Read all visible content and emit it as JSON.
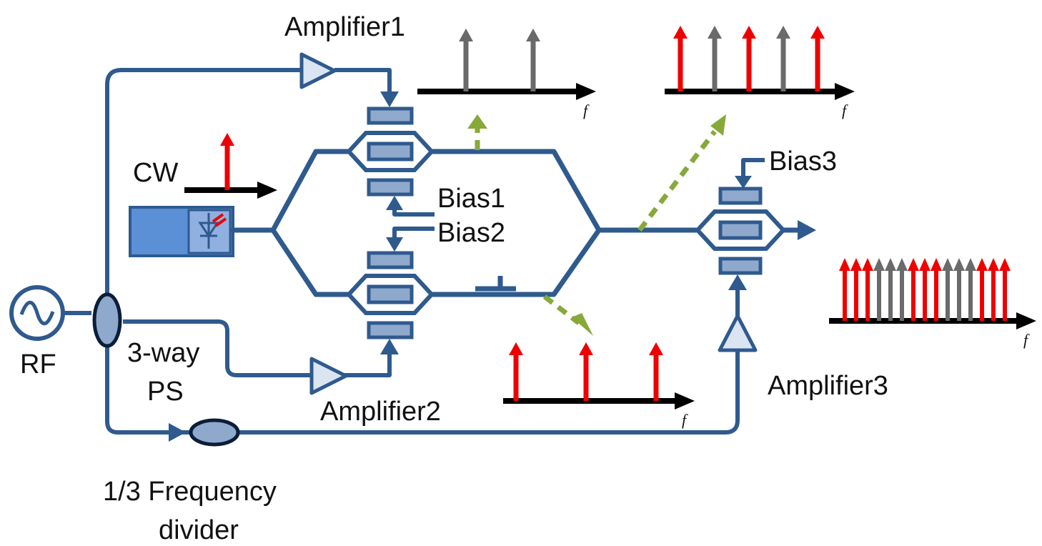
{
  "labels": {
    "amplifier1": "Amplifier1",
    "amplifier2": "Amplifier2",
    "amplifier3": "Amplifier3",
    "cw": "CW",
    "bias1": "Bias1",
    "bias2": "Bias2",
    "bias3": "Bias3",
    "rf": "RF",
    "ps_line1": "3-way",
    "ps_line2": "PS",
    "divider_line1": "1/3 Frequency",
    "divider_line2": "divider",
    "freq_axis": "f"
  },
  "colors": {
    "waveguide": "#2f5a8e",
    "electrode": "#8fa9cc",
    "amplifier_fill": "#dbe5f2",
    "laser_fill": "#5b8fd6",
    "tap_arrow": "#86a93a",
    "line_red": "#ee0000",
    "line_gray": "#6a6a6a"
  },
  "spectra": {
    "cw": [
      "red"
    ],
    "top_arm": [
      "gray",
      "gray"
    ],
    "mzm_output": [
      "red",
      "gray",
      "red",
      "gray",
      "red"
    ],
    "bottom_arm": [
      "red",
      "red",
      "red"
    ],
    "final_output": [
      "red",
      "red",
      "red",
      "gray",
      "gray",
      "gray",
      "red",
      "red",
      "red",
      "gray",
      "gray",
      "gray",
      "red",
      "red",
      "red"
    ]
  }
}
